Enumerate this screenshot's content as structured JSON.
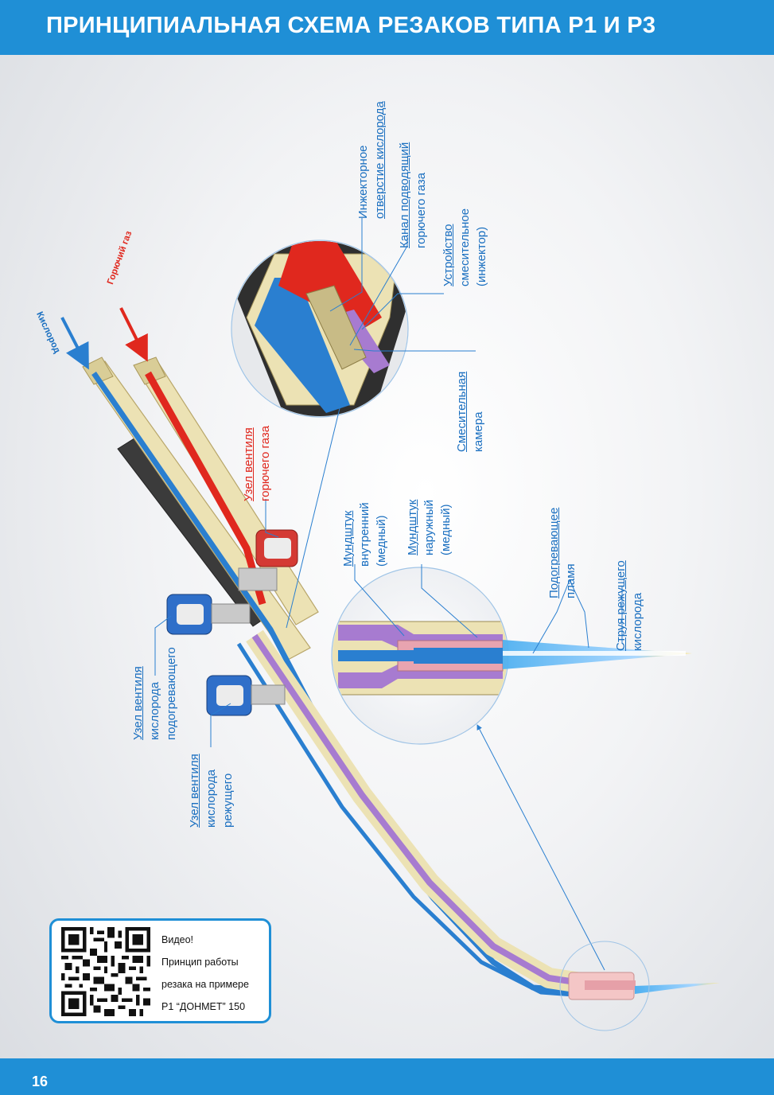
{
  "header": {
    "title": "ПРИНЦИПИАЛЬНАЯ СХЕМА РЕЗАКОВ ТИПА Р1 И Р3"
  },
  "footer": {
    "page_number": "16"
  },
  "colors": {
    "brand_blue": "#1f8fd6",
    "label_blue": "#1a6fc0",
    "label_red": "#e0281e",
    "oxygen_channel": "#2a7fd0",
    "fuel_gas_channel": "#e0281e",
    "mixture_channel": "#a77bd0",
    "body_metal": "#ece2b4"
  },
  "diagram": {
    "inlets": {
      "oxygen": "Кислород",
      "fuel_gas": "Горючий газ"
    },
    "labels": {
      "injector_hole": [
        "Инжекторное",
        "отверстие кислорода"
      ],
      "fuel_channel": [
        "Канал подводящий",
        "горючего газа"
      ],
      "mixing_device": [
        "Устройство",
        "смесительное",
        "(инжектор)"
      ],
      "mixing_chamber": [
        "Смесительная",
        "камера"
      ],
      "fuel_valve": [
        "Узел вентиля",
        "горючего газа"
      ],
      "inner_nozzle": [
        "Мундштук",
        "внутренний",
        "(медный)"
      ],
      "outer_nozzle": [
        "Мундштук",
        "наружный",
        "(медный)"
      ],
      "preheat_flame": [
        "Подогревающее",
        "пламя"
      ],
      "cutting_jet": [
        "Струя режущего",
        "кислорода"
      ],
      "preheat_oxygen_valve": [
        "Узел вентиля",
        "кислорода",
        "подогревающего"
      ],
      "cutting_oxygen_valve": [
        "Узел вентиля",
        "кислорода",
        "режущего"
      ]
    }
  },
  "qr_panel": {
    "lines": [
      "Видео!",
      "Принцип работы",
      "резака на примере",
      "Р1 “ДОНМЕТ” 150"
    ]
  }
}
